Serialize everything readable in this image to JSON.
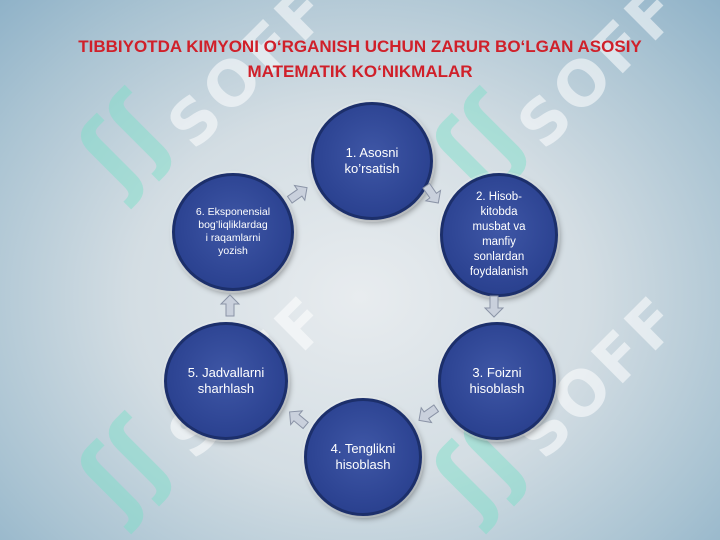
{
  "slide": {
    "title_line1": "TIBBIYOTDA KIMYONI O‘RGANISH UCHUN ZARUR BO‘LGAN ASOSIY",
    "title_line2": "MATEMATIK KO‘NIKMALAR",
    "watermark": "SOFF",
    "colors": {
      "title": "#d0202a",
      "node_fill": "#2e4594",
      "node_border": "#1c2f6b",
      "arrow_fill": "#c9d0dc",
      "arrow_stroke": "#8a93a6"
    }
  },
  "cycle": {
    "nodes": [
      {
        "label": "1. Asosni\nko’rsatish"
      },
      {
        "label": "2. Hisob-\nkitobda\nmusbat va\nmanfiy\nsonlardan\nfoydalanish"
      },
      {
        "label": "3. Foizni\nhisoblash"
      },
      {
        "label": "4. Tenglikni\nhisoblash"
      },
      {
        "label": "5. Jadvallarni\nsharhlash"
      },
      {
        "label": "6. Eksponensial\nbog’liqliklardag\ni raqamlarni\nyozish"
      }
    ]
  }
}
